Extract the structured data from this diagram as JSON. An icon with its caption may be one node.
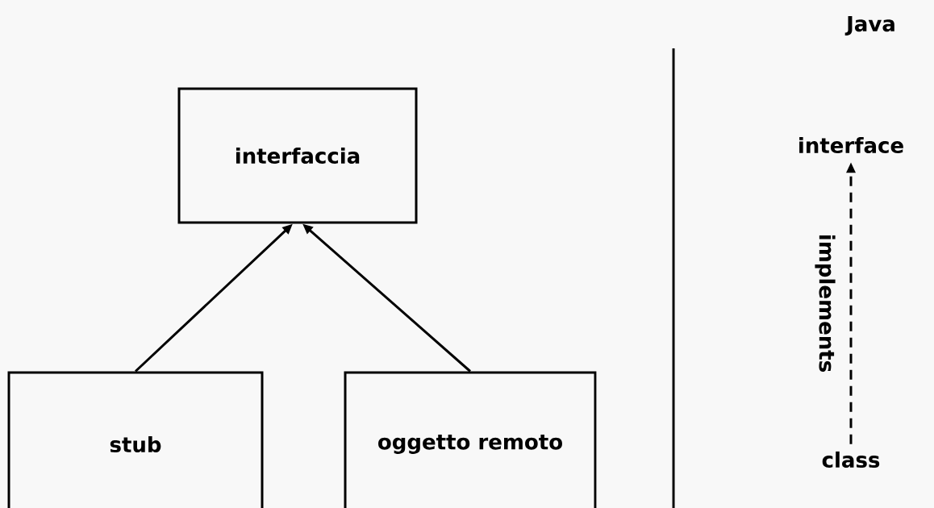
{
  "diagram": {
    "nodes": [
      {
        "text": [
          "interfaccia"
        ]
      },
      {
        "text": [
          "stub"
        ]
      },
      {
        "text": [
          "oggetto remoto"
        ]
      },
      {
        "text": [
          "interface"
        ]
      },
      {
        "text": [
          "class"
        ]
      }
    ],
    "edges": [
      {
        "from": 1,
        "to": 0,
        "arrow": "to"
      },
      {
        "from": 2,
        "to": 0,
        "arrow": "to"
      },
      {
        "from": 4,
        "to": 3,
        "arrow": "to",
        "label": "implements",
        "style": "dashed"
      }
    ],
    "labels": [
      "Java"
    ]
  }
}
